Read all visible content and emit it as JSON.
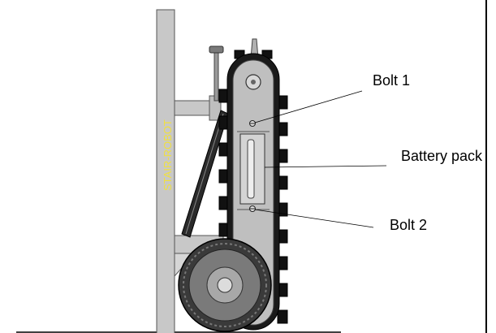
{
  "diagram": {
    "column_label": "STAIR-ROBOT",
    "callouts": {
      "bolt_1": "Bolt 1",
      "battery_pack": "Battery pack",
      "bolt_2": "Bolt 2"
    }
  },
  "colors": {
    "column": "#c8c8c8",
    "column_label": "#f0e040",
    "track_plate": "#bfbfbf",
    "track_tread": "#111111",
    "wheel": "#3a3a3a",
    "hub": "#9a9a9a",
    "outline": "#000000"
  }
}
